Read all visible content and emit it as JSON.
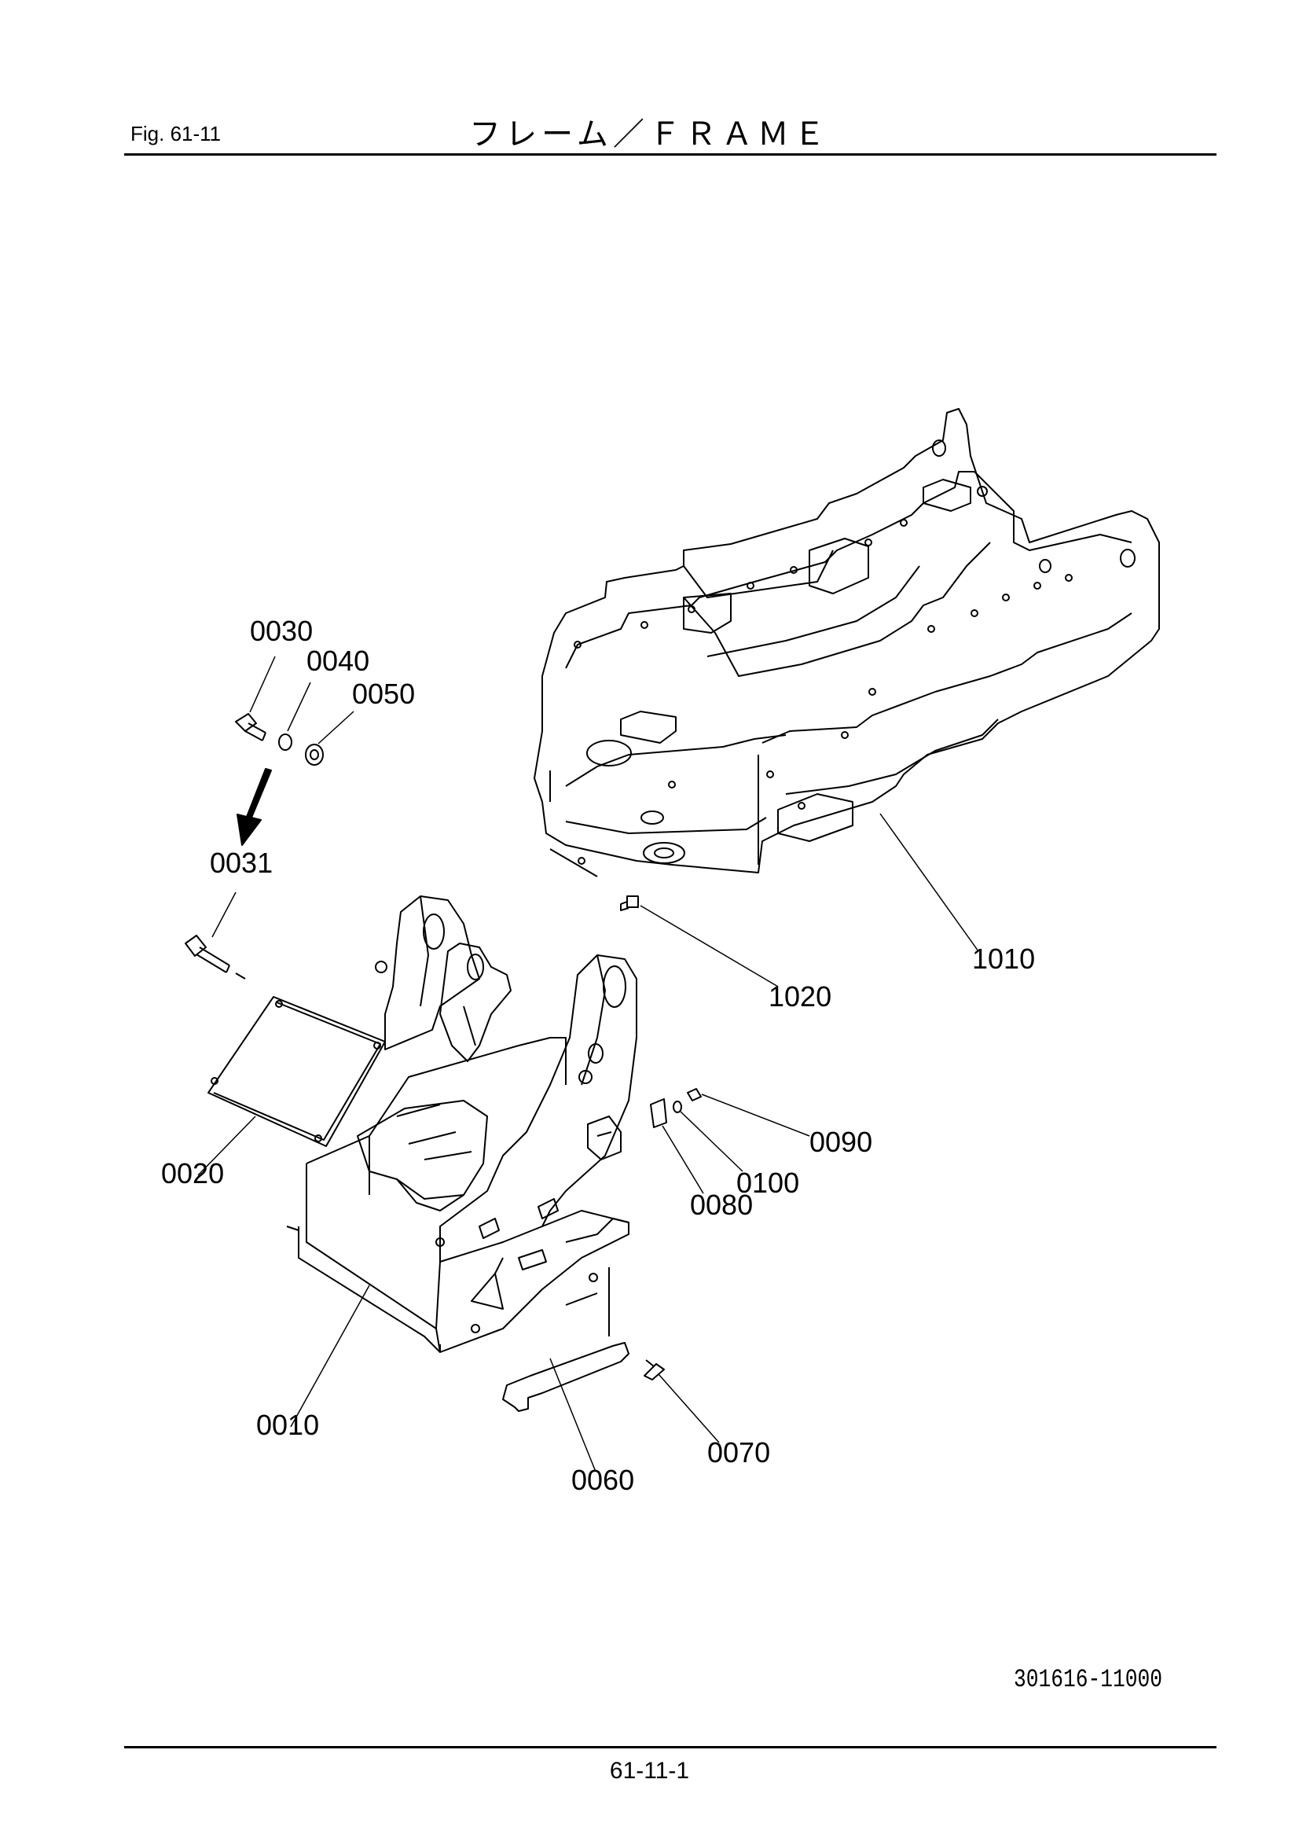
{
  "header": {
    "figure_label": "Fig.  61-11",
    "title": "フレーム／ＦＲＡＭＥ"
  },
  "parts": [
    {
      "number": "0030"
    },
    {
      "number": "0040"
    },
    {
      "number": "0050"
    },
    {
      "number": "0031"
    },
    {
      "number": "0020"
    },
    {
      "number": "0010"
    },
    {
      "number": "0060"
    },
    {
      "number": "0070"
    },
    {
      "number": "0080"
    },
    {
      "number": "0100"
    },
    {
      "number": "0090"
    },
    {
      "number": "1020"
    },
    {
      "number": "1010"
    }
  ],
  "footer": {
    "document_number": "301616-11000",
    "page_number": "61-11-1"
  }
}
